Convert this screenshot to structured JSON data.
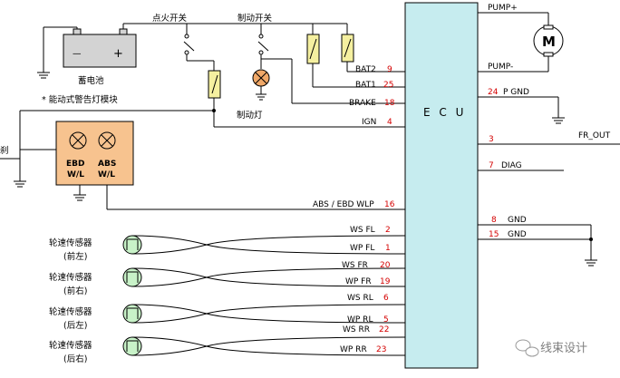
{
  "ecu": {
    "label": "E C U",
    "fill": "#c6ecef"
  },
  "colors": {
    "fuse": "#f5f0a0",
    "module": "#f7c38f",
    "lamp": "#f0a868",
    "pin": "#d40000"
  },
  "battery": {
    "label": "蓄电池",
    "minus": "—",
    "plus": "+"
  },
  "switches": {
    "ignition": "点火开关",
    "brake": "制动开关"
  },
  "brake_lamp": {
    "label": "制动灯"
  },
  "warning_module": {
    "title": "* 能动式警告灯模块",
    "ebd_lines": [
      "EBD",
      "W/L"
    ],
    "abs_lines": [
      "ABS",
      "W/L"
    ]
  },
  "left_cut_label": "刹",
  "motor": {
    "symbol": "M"
  },
  "left_pins": [
    {
      "name": "BAT2",
      "pin": "9"
    },
    {
      "name": "BAT1",
      "pin": "25"
    },
    {
      "name": "BRAKE",
      "pin": "18"
    },
    {
      "name": "IGN",
      "pin": "4"
    },
    {
      "name": "ABS / EBD WLP",
      "pin": "16"
    },
    {
      "name": "WS FL",
      "pin": "2"
    },
    {
      "name": "WP FL",
      "pin": "1"
    },
    {
      "name": "WS FR",
      "pin": "20"
    },
    {
      "name": "WP FR",
      "pin": "19"
    },
    {
      "name": "WS RL",
      "pin": "6"
    },
    {
      "name": "WP RL",
      "pin": "5"
    },
    {
      "name": "WS RR",
      "pin": "22"
    },
    {
      "name": "WP RR",
      "pin": "23"
    }
  ],
  "right_pins": [
    {
      "name": "PUMP+",
      "pin": ""
    },
    {
      "name": "PUMP-",
      "pin": ""
    },
    {
      "name": "P GND",
      "pin": "24"
    },
    {
      "name": "FR_OUT",
      "pin": "3"
    },
    {
      "name": "DIAG",
      "pin": "7"
    },
    {
      "name": "GND",
      "pin": "8"
    },
    {
      "name": "GND",
      "pin": "15"
    }
  ],
  "sensors": [
    {
      "title": "轮速传感器",
      "position": "(前左)"
    },
    {
      "title": "轮速传感器",
      "position": "(前右)"
    },
    {
      "title": "轮速传感器",
      "position": "(后左)"
    },
    {
      "title": "轮速传感器",
      "position": "(后右)"
    }
  ],
  "watermark": {
    "text": "线束设计"
  }
}
